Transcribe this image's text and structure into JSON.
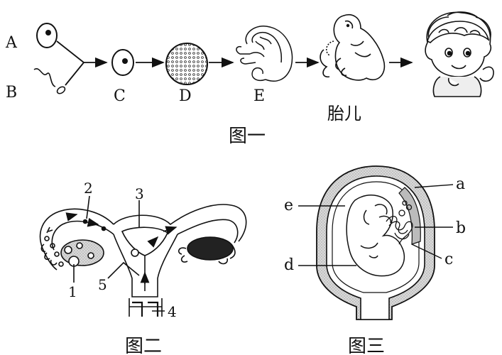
{
  "figure1": {
    "label_A": "A",
    "label_B": "B",
    "label_C": "C",
    "label_D": "D",
    "label_E": "E",
    "label_fetus": "胎儿",
    "caption": "图一"
  },
  "figure2": {
    "label_1": "1",
    "label_2": "2",
    "label_3": "3",
    "label_4": "4",
    "label_5": "5",
    "caption": "图二"
  },
  "figure3": {
    "label_a": "a",
    "label_b": "b",
    "label_c": "c",
    "label_d": "d",
    "label_e": "e",
    "caption": "图三"
  }
}
